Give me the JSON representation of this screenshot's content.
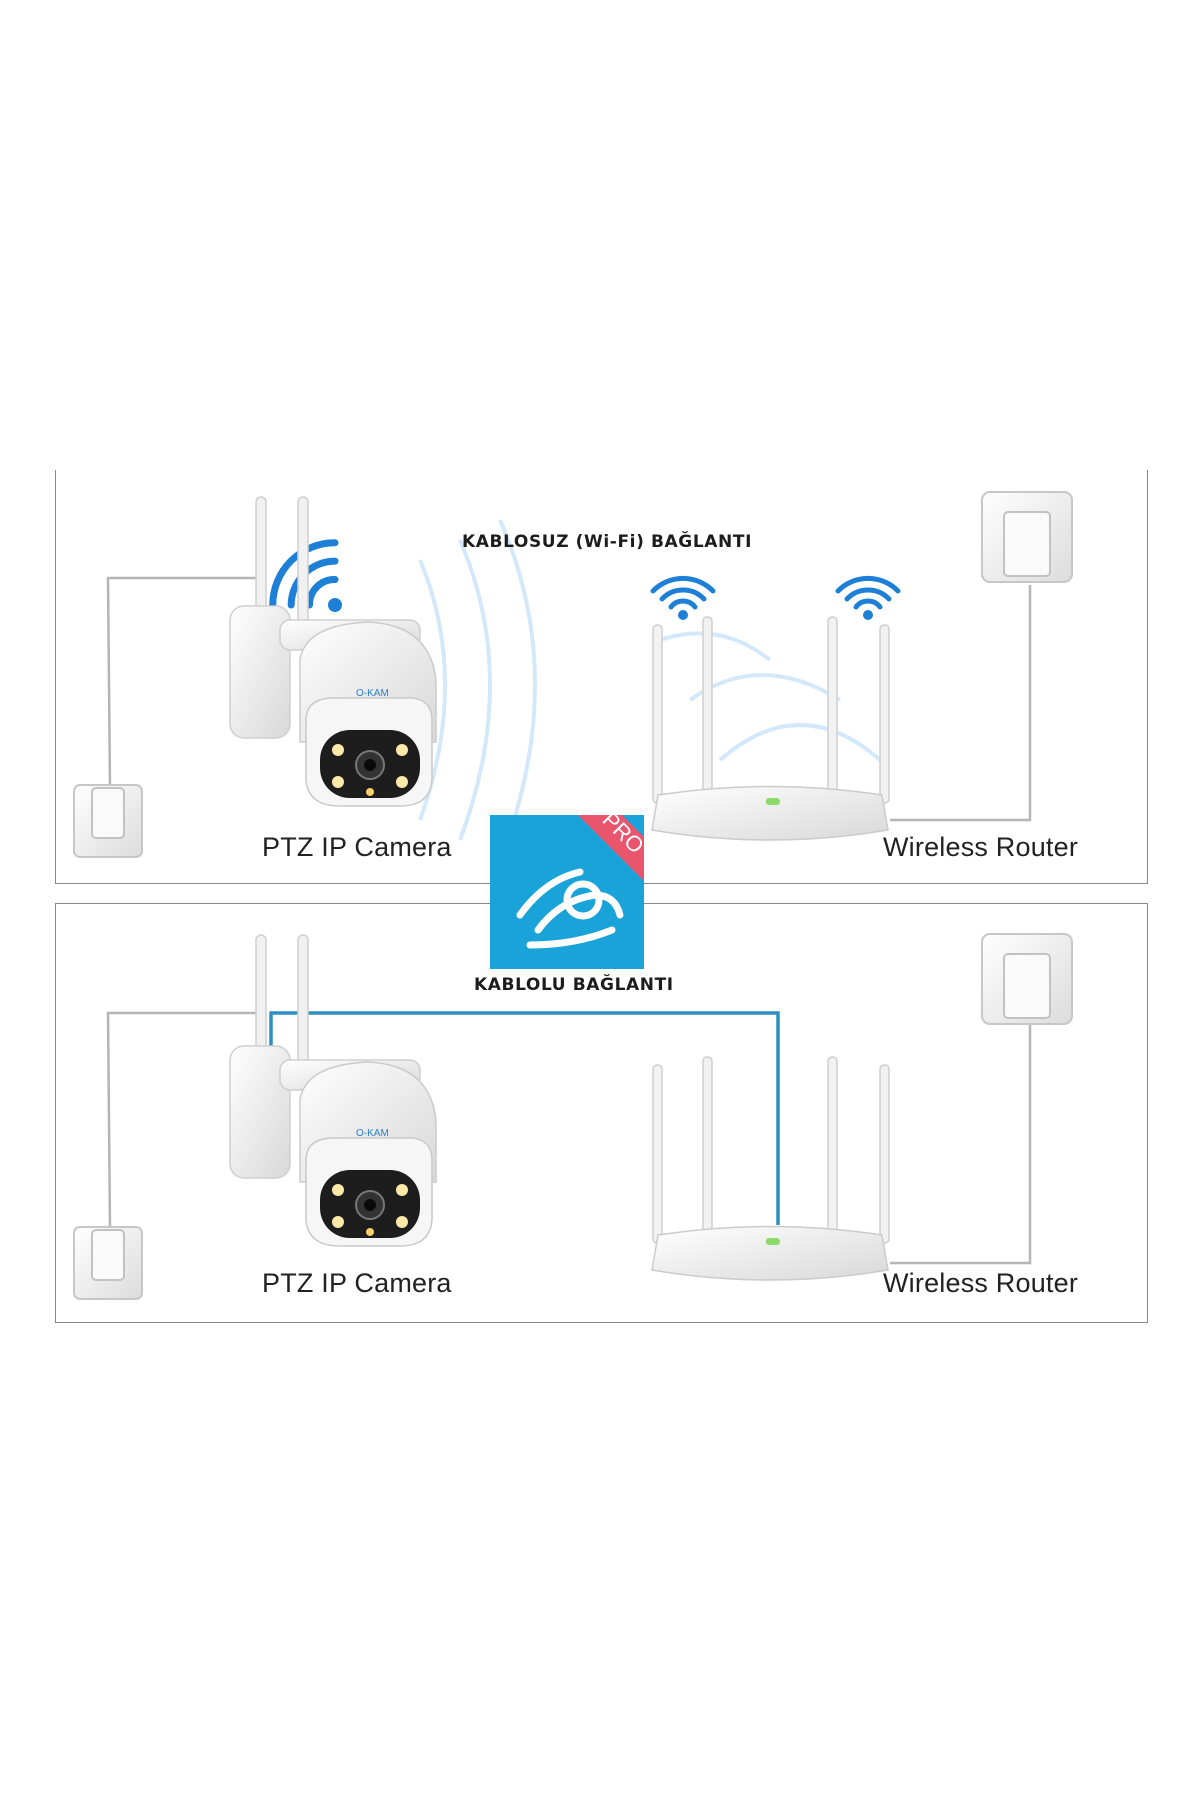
{
  "wireless_section": {
    "heading": "KABLOSUZ (Wi-Fi) BAĞLANTI",
    "camera_label": "PTZ IP Camera",
    "router_label": "Wireless Router",
    "camera_brand": "O-KAM"
  },
  "wired_section": {
    "heading": "KABLOLU BAĞLANTI",
    "camera_label": "PTZ IP Camera",
    "router_label": "Wireless Router",
    "camera_brand": "O-KAM"
  },
  "app_badge": {
    "ribbon_text": "PRO"
  },
  "colors": {
    "wifi_blue": "#1e7fd6",
    "cable_blue": "#2f8fc0",
    "app_tile": "#1aa3d9",
    "ribbon": "#e8556d",
    "outline": "#8a8a8a"
  },
  "icons": [
    "wifi-icon",
    "app-logo-icon",
    "power-outlet-icon"
  ]
}
